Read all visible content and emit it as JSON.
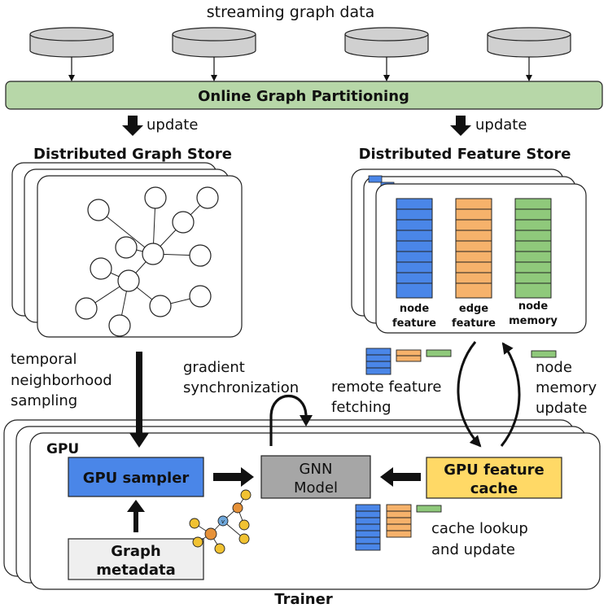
{
  "labels": {
    "streaming": "streaming graph data",
    "partitioning": "Online Graph Partitioning",
    "update_left": "update",
    "update_right": "update",
    "graph_store": "Distributed Graph Store",
    "feature_store": "Distributed Feature Store",
    "node_feature_1": "node",
    "node_feature_2": "feature",
    "edge_feature_1": "edge",
    "edge_feature_2": "feature",
    "node_memory_1": "node",
    "node_memory_2": "memory",
    "temporal_1": "temporal",
    "temporal_2": "neighborhood",
    "temporal_3": "sampling",
    "gradient_1": "gradient",
    "gradient_2": "synchronization",
    "remote_1": "remote feature",
    "remote_2": "fetching",
    "nmu_1": "node",
    "nmu_2": "memory",
    "nmu_3": "update",
    "gpu": "GPU",
    "gpu_sampler": "GPU sampler",
    "gnn_1": "GNN",
    "gnn_2": "Model",
    "feature_cache_1": "GPU feature",
    "feature_cache_2": "cache",
    "metadata_1": "Graph",
    "metadata_2": "metadata",
    "cache_lookup_1": "cache lookup",
    "cache_lookup_2": "and update",
    "trainer": "Trainer",
    "v": "v"
  },
  "colors": {
    "partition_fill": "#b7d7a8",
    "node_feature": "#4a86e8",
    "edge_feature": "#f6b26b",
    "node_memory": "#8fc97b",
    "gpu_sampler": "#4a86e8",
    "gnn_model": "#a6a6a6",
    "feature_cache": "#ffd966",
    "graph_metadata": "#efefef",
    "subgraph_node": "#f1c232",
    "subgraph_orange": "#e69138",
    "subgraph_center": "#6fa8dc"
  }
}
